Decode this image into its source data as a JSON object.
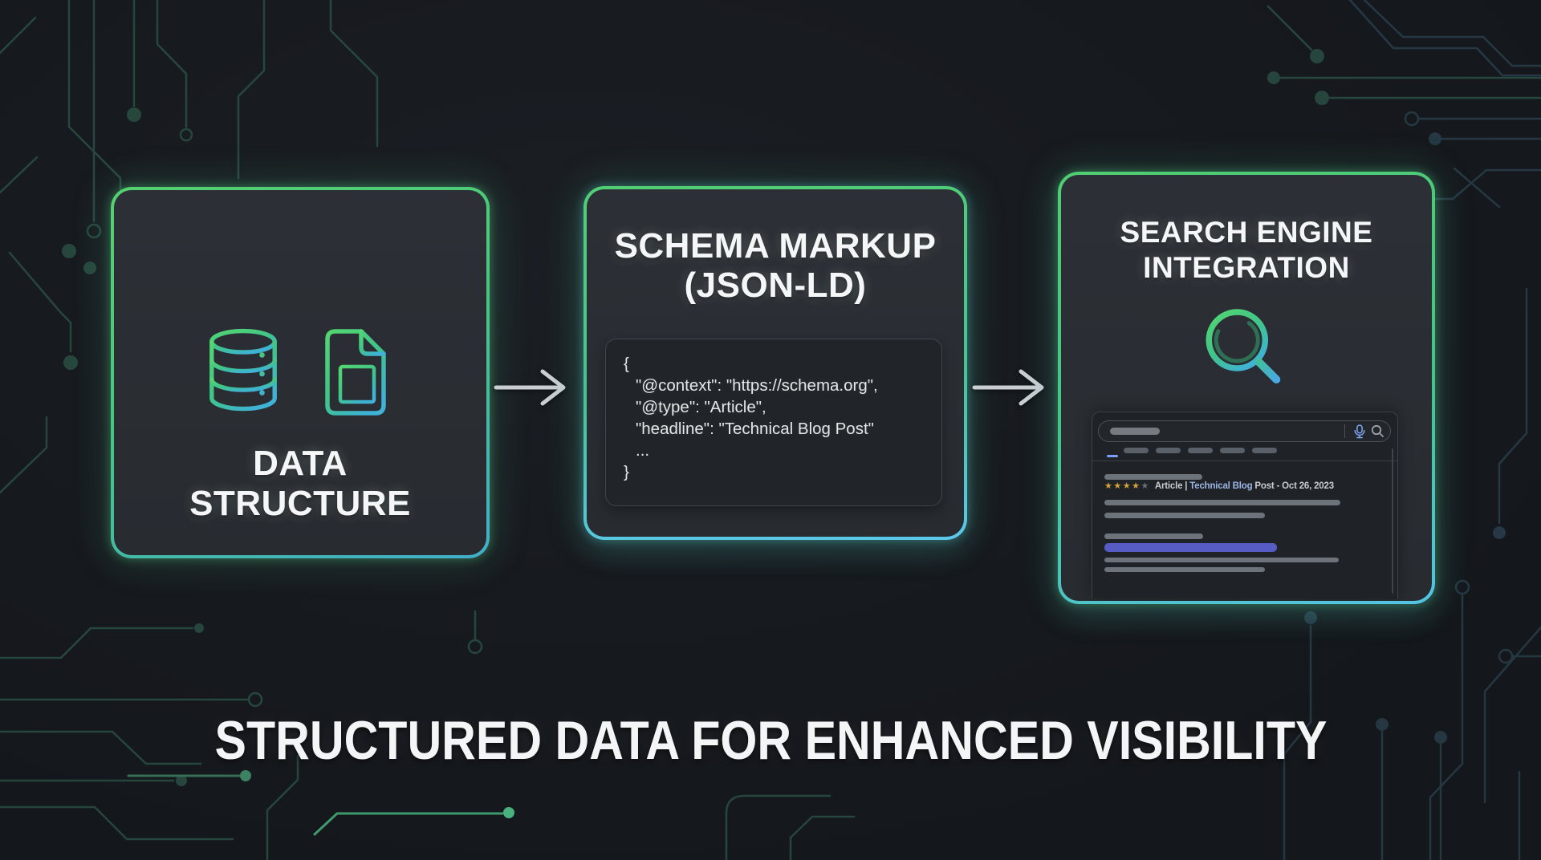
{
  "boxes": {
    "data_structure": {
      "title_line1": "DATA",
      "title_line2": "STRUCTURE",
      "icons": [
        "database-icon",
        "spreadsheet-file-icon"
      ]
    },
    "schema_markup": {
      "title_line1": "SCHEMA MARKUP",
      "title_line2": "(JSON-LD)",
      "code_lines": [
        "{",
        "\"@context\": \"https://schema.org\",",
        "\"@type\": \"Article\",",
        "\"headline\": \"Technical Blog Post\"",
        "...",
        "}"
      ]
    },
    "search_engine": {
      "title_line1": "SEARCH ENGINE",
      "title_line2": "INTEGRATION",
      "icon": "magnifier-icon",
      "serp": {
        "rating_stars_filled": 4,
        "rating_stars_total": 5,
        "result_title_prefix": "Article | ",
        "result_title_highlight": "Technical Blog",
        "result_title_suffix": " Post - Oct 26, 2023"
      }
    }
  },
  "arrows": [
    "right-arrow",
    "right-arrow"
  ],
  "caption": "STRUCTURED DATA FOR ENHANCED VISIBILITY",
  "colors": {
    "background": "#16191d",
    "card_fill": "#2a2e34",
    "accent_green": "#4fce71",
    "accent_cyan": "#55c4e8",
    "star_gold": "#d7a33c",
    "result_link_blue": "#9db6e4",
    "result2_link_purple": "#575cc5",
    "arrow_grey": "#c9ced3"
  }
}
